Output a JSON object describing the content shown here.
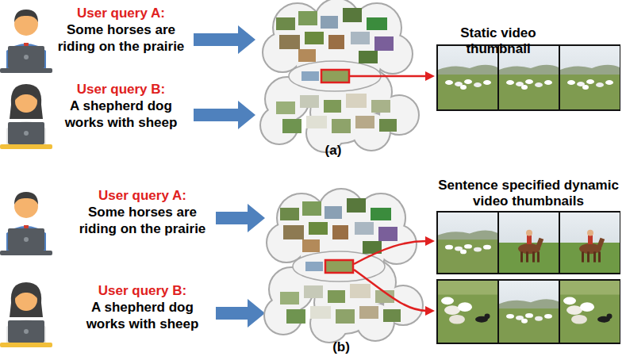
{
  "diagram": {
    "nodes": [
      {
        "text": [
          "User query A:",
          "Some horses are riding on the prairie"
        ]
      },
      {
        "text": [
          "User query B:",
          "A shepherd dog works with sheep"
        ]
      },
      {
        "text": [
          "User query A:",
          "Some horses are riding on the prairie"
        ]
      },
      {
        "text": [
          "User query B:",
          "A shepherd dog works with sheep"
        ]
      }
    ],
    "labels": [
      "Static video thumbnail",
      "(a)",
      "Sentence specified dynamic video thumbnails",
      "(b)"
    ]
  }
}
